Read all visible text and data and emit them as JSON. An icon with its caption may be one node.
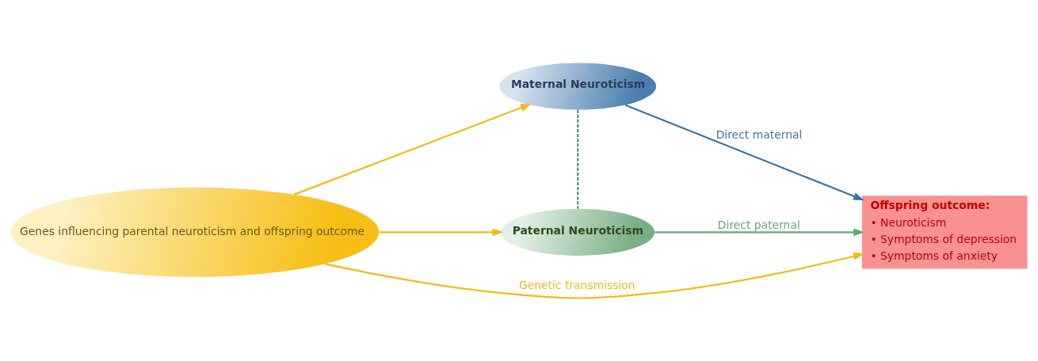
{
  "diagram": {
    "nodes": [
      {
        "text": [
          "Genes influencing parental neuroticism and offspring outcome"
        ]
      },
      {
        "text": [
          "Maternal Neuroticism"
        ]
      },
      {
        "text": [
          "Paternal Neuroticism"
        ]
      },
      {
        "text": [
          "Offspring outcome:",
          "• Neuroticism",
          "• Symptoms of depression",
          "• Symptoms of anxiety"
        ]
      }
    ],
    "edges": [
      {
        "from": 0,
        "to": 1,
        "arrow": "to"
      },
      {
        "from": 0,
        "to": 3,
        "arrow": "to",
        "label": "Genetic transmission"
      },
      {
        "from": 0,
        "to": 2,
        "arrow": "to"
      },
      {
        "from": 1,
        "to": 3,
        "arrow": "to",
        "label": "Direct maternal",
        "color": "#3a75a8"
      },
      {
        "from": 2,
        "to": 3,
        "arrow": "to",
        "label": "Direct paternal",
        "color": "#6aa57a"
      },
      {
        "from": 1,
        "to": 2,
        "arrow": "none",
        "style": "dashed",
        "color": "#4a8a94"
      }
    ]
  }
}
